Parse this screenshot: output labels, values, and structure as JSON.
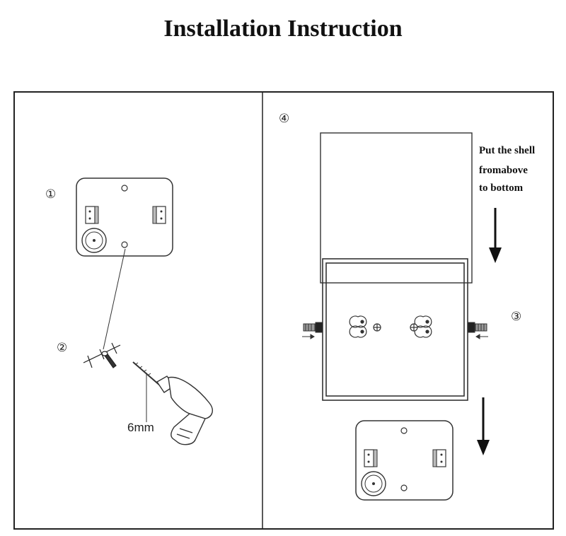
{
  "title": "Installation Instruction",
  "steps": {
    "step1": "①",
    "step2": "②",
    "step3": "③",
    "step4": "④"
  },
  "drill_size": "6mm",
  "note_lines": [
    "Put the shell",
    "fromabove",
    "to bottom"
  ]
}
